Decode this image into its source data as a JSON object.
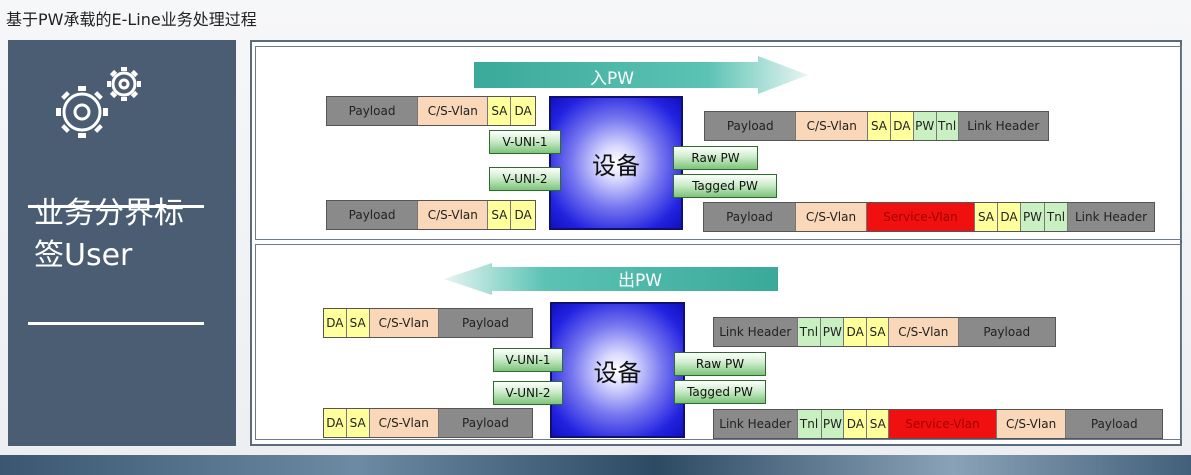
{
  "title": "基于PW承载的E-Line业务处理过程",
  "left_panel": {
    "label_line1": "业务分界标",
    "label_line2": "签User"
  },
  "colors": {
    "panel": "#4a5d72",
    "arrow": "#49b6a8",
    "payload": "#8a8a8a",
    "vlan": "#fad7b8",
    "sada": "#ffff9c",
    "pwtnl": "#c8f0c0",
    "service": "#f01010"
  },
  "icons": {
    "gears": "gears-icon"
  },
  "top": {
    "arrow_label": "入PW",
    "device_label": "设备",
    "uni1": "V-UNI-1",
    "uni2": "V-UNI-2",
    "raw_pw": "Raw PW",
    "tagged_pw": "Tagged PW",
    "pkt_in1": [
      "Payload",
      "C/S-Vlan",
      "SA",
      "DA"
    ],
    "pkt_in2": [
      "Payload",
      "C/S-Vlan",
      "SA",
      "DA"
    ],
    "pkt_out1": [
      "Payload",
      "C/S-Vlan",
      "SA",
      "DA",
      "PW",
      "Tnl",
      "Link Header"
    ],
    "pkt_out2": [
      "Payload",
      "C/S-Vlan",
      "Service-Vlan",
      "SA",
      "DA",
      "PW",
      "Tnl",
      "Link Header"
    ]
  },
  "bottom": {
    "arrow_label": "出PW",
    "device_label": "设备",
    "uni1": "V-UNI-1",
    "uni2": "V-UNI-2",
    "raw_pw": "Raw PW",
    "tagged_pw": "Tagged PW",
    "pkt_out1": [
      "DA",
      "SA",
      "C/S-Vlan",
      "Payload"
    ],
    "pkt_out2": [
      "DA",
      "SA",
      "C/S-Vlan",
      "Payload"
    ],
    "pkt_in1": [
      "Link Header",
      "Tnl",
      "PW",
      "DA",
      "SA",
      "C/S-Vlan",
      "Payload"
    ],
    "pkt_in2": [
      "Link Header",
      "Tnl",
      "PW",
      "DA",
      "SA",
      "Service-Vlan",
      "C/S-Vlan",
      "Payload"
    ]
  }
}
